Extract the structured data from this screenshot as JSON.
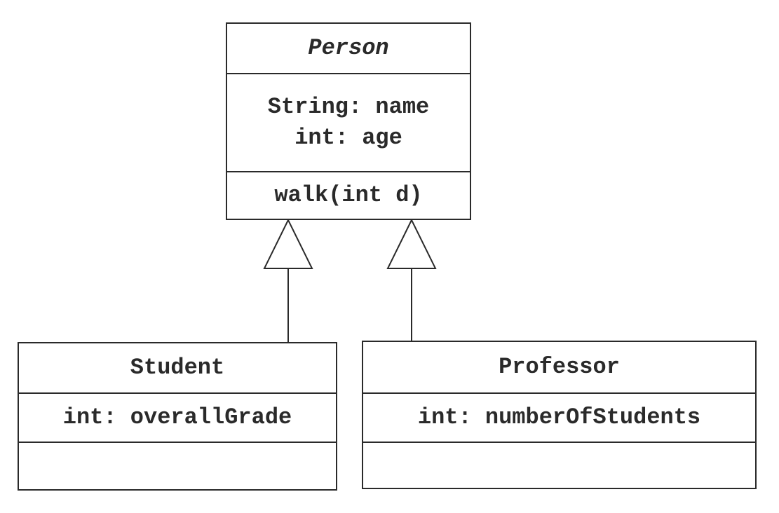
{
  "classes": {
    "person": {
      "name": "Person",
      "attributes": [
        "String: name",
        "int: age"
      ],
      "methods": [
        "walk(int d)"
      ]
    },
    "student": {
      "name": "Student",
      "attributes": [
        "int: overallGrade"
      ],
      "methods": []
    },
    "professor": {
      "name": "Professor",
      "attributes": [
        "int: numberOfStudents"
      ],
      "methods": []
    }
  },
  "relationships": [
    {
      "type": "generalization",
      "from": "Student",
      "to": "Person"
    },
    {
      "type": "generalization",
      "from": "Professor",
      "to": "Person"
    }
  ]
}
